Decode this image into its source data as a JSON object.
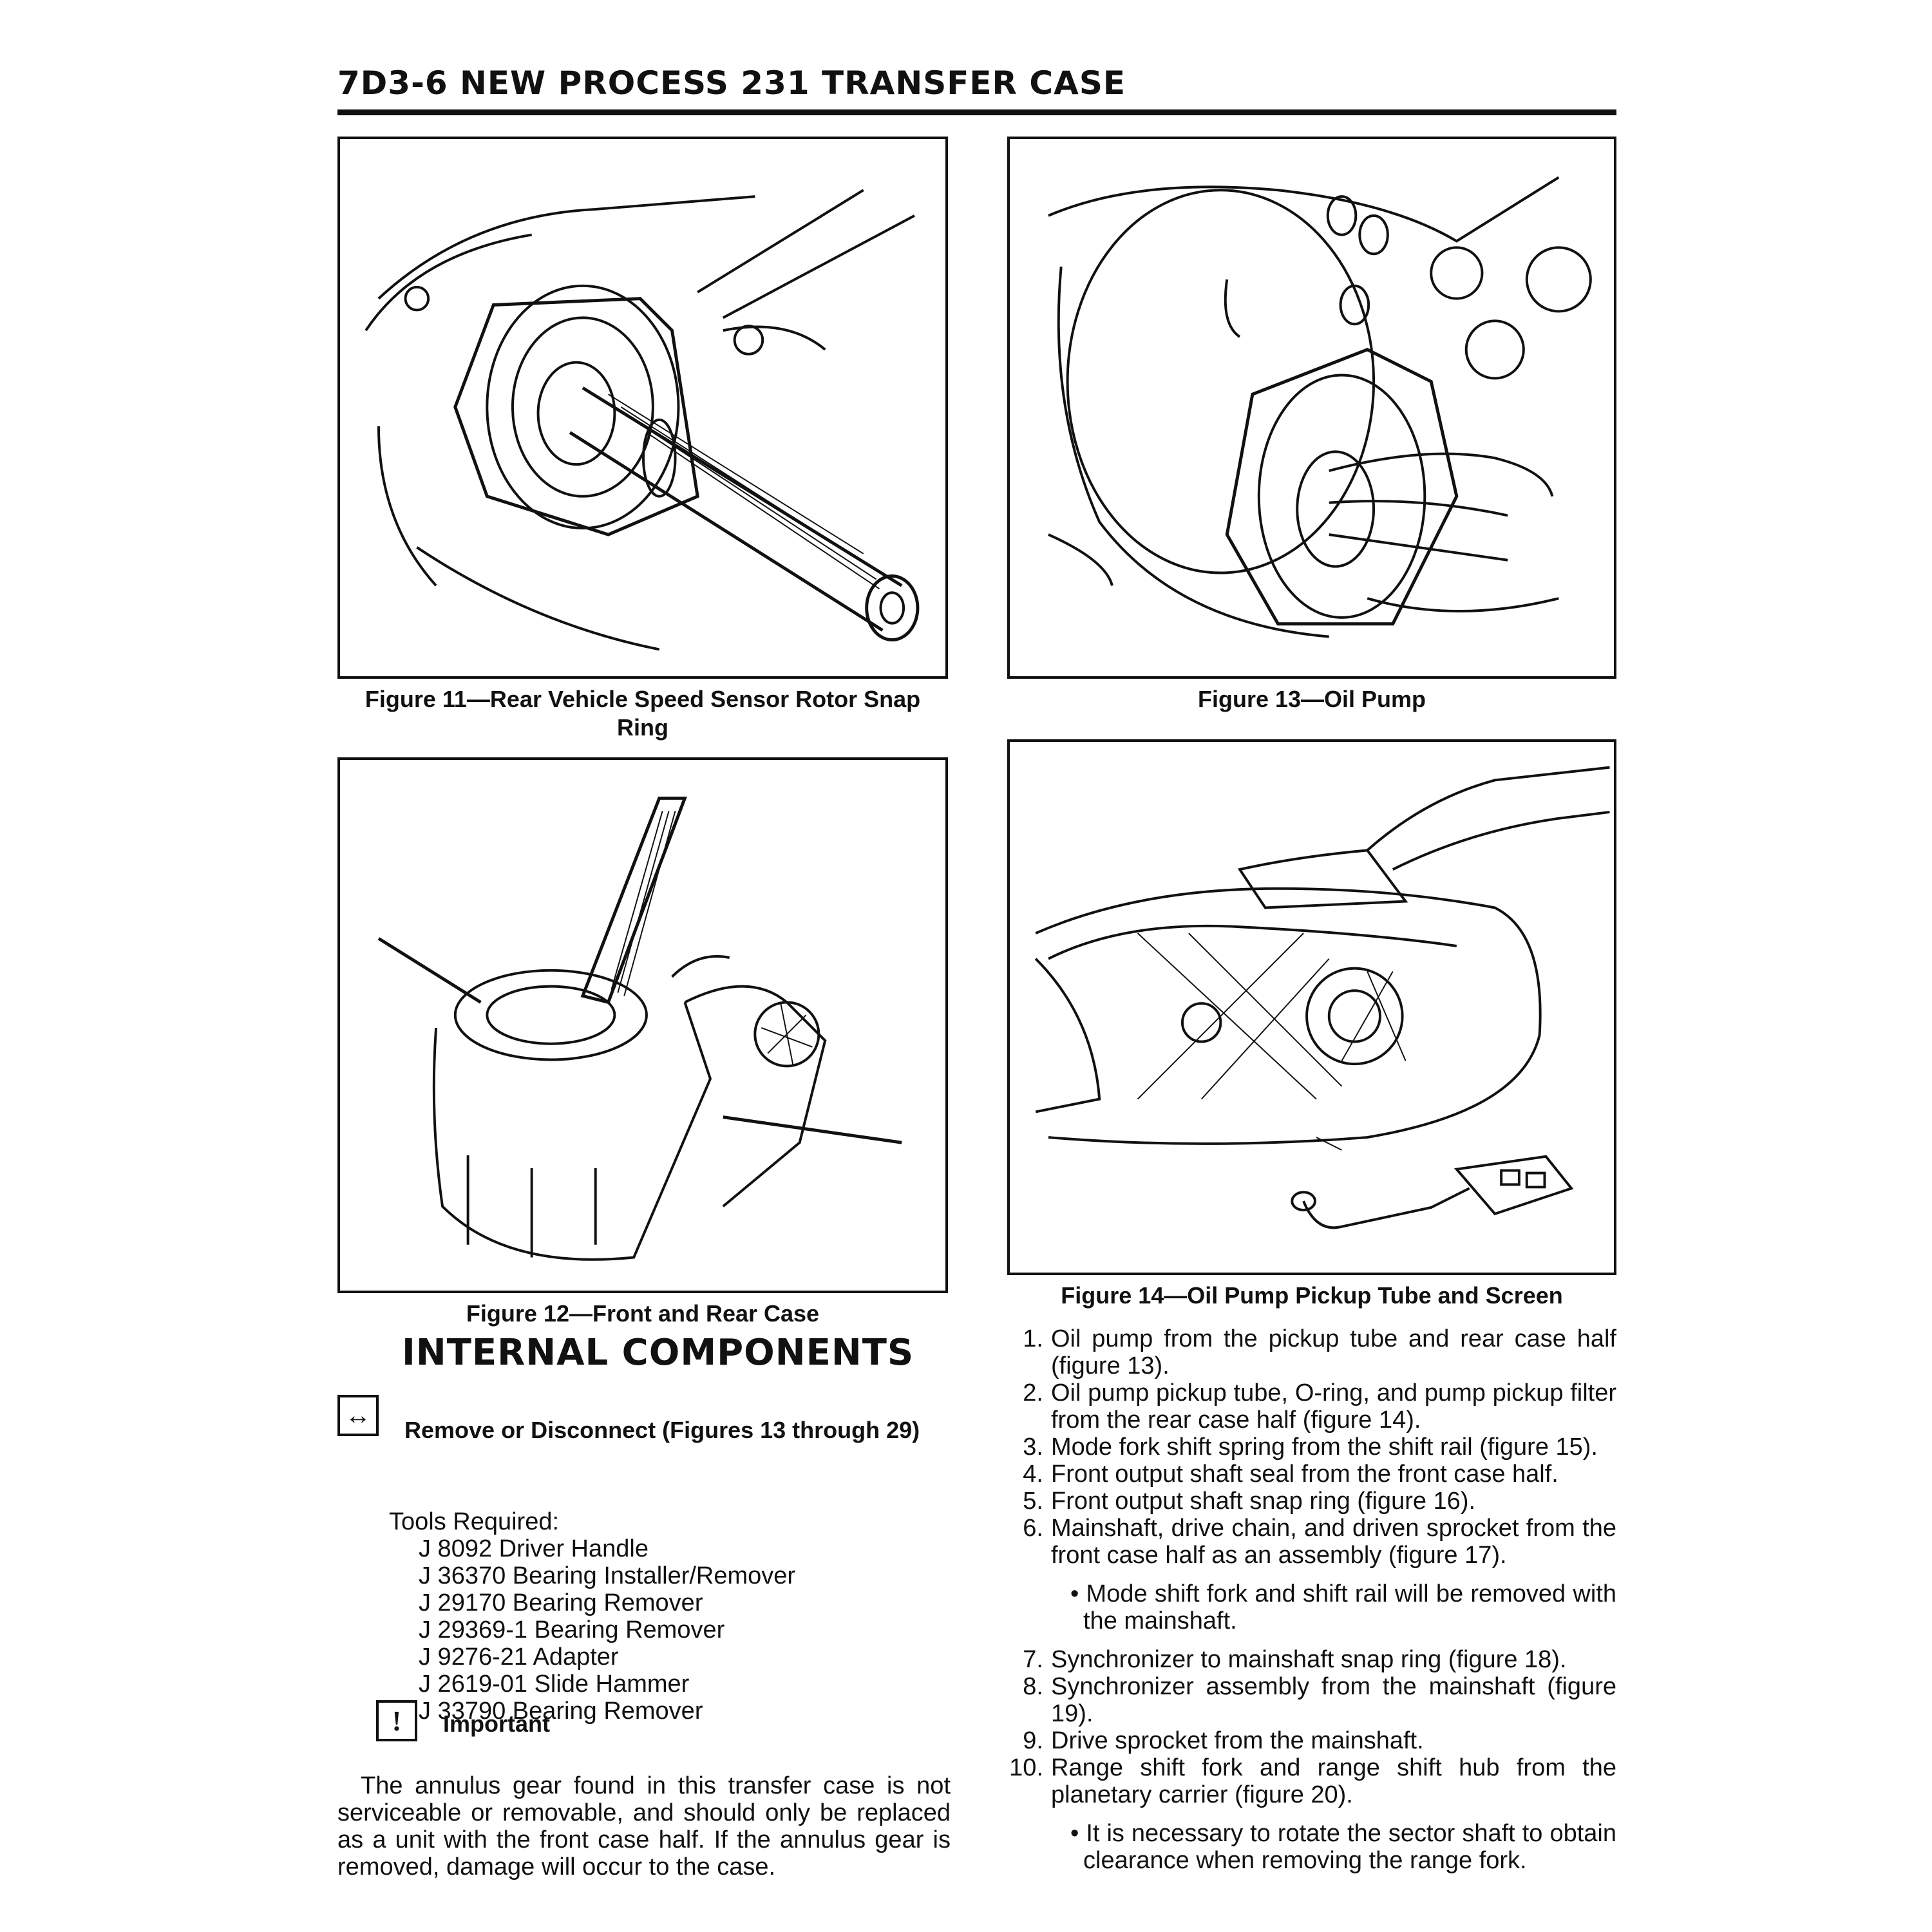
{
  "header": {
    "title": "7D3-6  NEW PROCESS 231 TRANSFER CASE"
  },
  "figures": {
    "fig11_caption_line1": "Figure 11—Rear Vehicle Speed Sensor Rotor Snap",
    "fig11_caption_line2": "Ring",
    "fig12_caption": "Figure 12—Front and Rear Case",
    "fig13_caption": "Figure 13—Oil Pump",
    "fig14_caption": "Figure 14—Oil Pump Pickup Tube and Screen"
  },
  "section": {
    "title": "INTERNAL COMPONENTS",
    "remove_icon": "↔",
    "remove_title": "Remove or Disconnect (Figures 13 through 29)",
    "tools_heading": "Tools Required:",
    "tools": [
      "J 8092 Driver Handle",
      "J 36370 Bearing Installer/Remover",
      "J 29170 Bearing Remover",
      "J 29369-1 Bearing Remover",
      "J 9276-21 Adapter",
      "J 2619-01 Slide Hammer",
      "J 33790 Bearing Remover"
    ],
    "important_icon": "!",
    "important_label": "Important",
    "important_text": "The annulus gear found in this transfer case is not serviceable or removable, and should only be replaced as a unit with the front case half. If the annulus gear is removed, damage will occur to the case."
  },
  "steps": [
    {
      "num": "1.",
      "text": "Oil pump from the pickup tube and rear case half (figure 13)."
    },
    {
      "num": "2.",
      "text": "Oil pump pickup tube, O-ring, and pump pickup filter from the rear case half (figure 14)."
    },
    {
      "num": "3.",
      "text": "Mode fork shift spring from the shift rail (figure 15)."
    },
    {
      "num": "4.",
      "text": "Front output shaft seal from the front case half."
    },
    {
      "num": "5.",
      "text": "Front output shaft snap ring (figure 16)."
    },
    {
      "num": "6.",
      "text": "Mainshaft, drive chain, and driven sprocket from the front case half as an assembly (figure 17)."
    },
    {
      "num": "7.",
      "text": "Synchronizer to mainshaft snap ring (figure 18)."
    },
    {
      "num": "8.",
      "text": "Synchronizer assembly from the mainshaft (figure 19)."
    },
    {
      "num": "9.",
      "text": "Drive sprocket from the mainshaft."
    },
    {
      "num": "10.",
      "text": "Range shift fork and range shift hub from the planetary carrier (figure 20)."
    }
  ],
  "bullets": {
    "after_6": "• Mode shift fork and shift rail will be removed with the mainshaft.",
    "after_10": "• It is necessary to rotate the sector shaft to obtain clearance when removing the range fork."
  }
}
